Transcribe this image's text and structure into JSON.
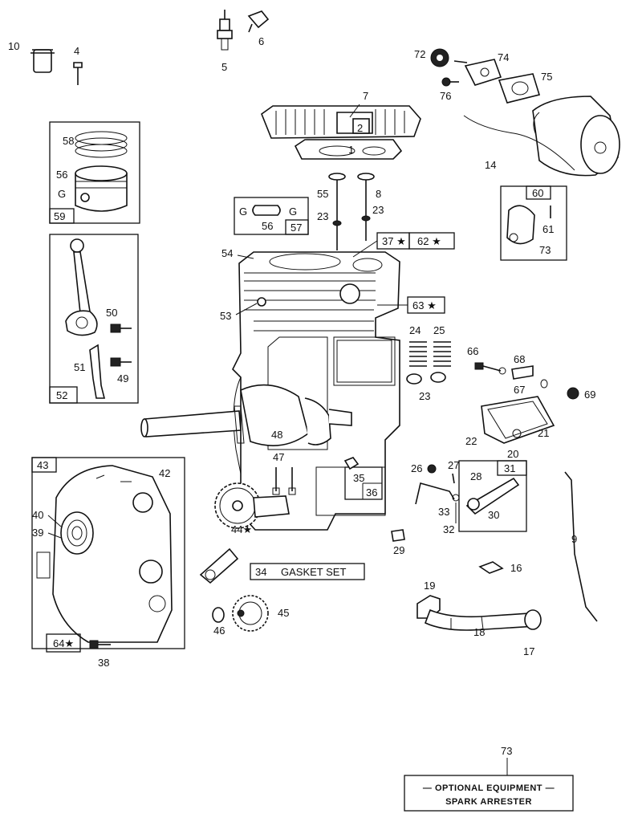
{
  "callouts": {
    "c10": "10",
    "c4": "4",
    "c5": "5",
    "c6": "6",
    "c7": "7",
    "c1": "1",
    "c2": "2",
    "c58": "58",
    "c56a": "56",
    "c59": "59",
    "c55": "55",
    "c8": "8",
    "c23a": "23",
    "c23b": "23",
    "c56b": "56",
    "c57": "57",
    "c72": "72",
    "c74": "74",
    "c75": "75",
    "c76": "76",
    "c14": "14",
    "c60": "60",
    "c61": "61",
    "c73a": "73",
    "c54": "54",
    "c37": "37 ★",
    "c62": "62 ★",
    "c63": "63 ★",
    "c50": "50",
    "c51": "51",
    "c49": "49",
    "c52": "52",
    "c53": "53",
    "c24": "24",
    "c25": "25",
    "c23c": "23",
    "c66": "66",
    "c68": "68",
    "c67": "67",
    "c69": "69",
    "c22": "22",
    "c21": "21",
    "c20": "20",
    "c48": "48",
    "c47": "47",
    "c35": "35",
    "c36": "36",
    "c26": "26",
    "c27": "27",
    "c31": "31",
    "c28": "28",
    "c30": "30",
    "c33": "33",
    "c32": "32",
    "c43": "43",
    "c42": "42",
    "c40": "40",
    "c39": "39",
    "c44": "44★",
    "c29": "29",
    "c9": "9",
    "c16": "16",
    "c34": "34",
    "c34t": "GASKET SET",
    "c19": "19",
    "c18": "18",
    "c17": "17",
    "c45": "45",
    "c46": "46",
    "c64": "64★",
    "c38": "38",
    "c73b": "73"
  },
  "legend": {
    "line1": "— OPTIONAL EQUIPMENT —",
    "line2": "SPARK ARRESTER"
  }
}
